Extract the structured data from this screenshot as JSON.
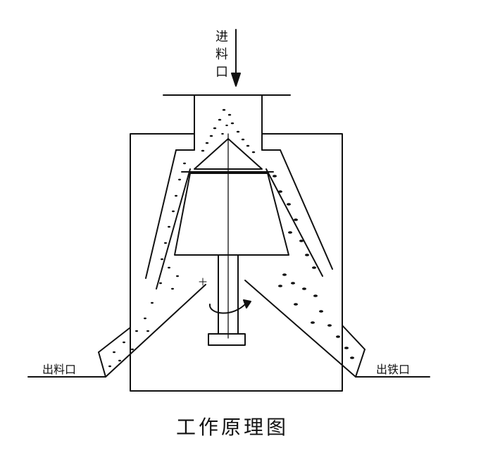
{
  "labels": {
    "feed_inlet": [
      "进",
      "料",
      "口"
    ],
    "discharge_outlet": "出料口",
    "iron_outlet": "出铁口"
  },
  "caption": "工作原理图",
  "colors": {
    "stroke": "#111111",
    "background": "#ffffff"
  }
}
